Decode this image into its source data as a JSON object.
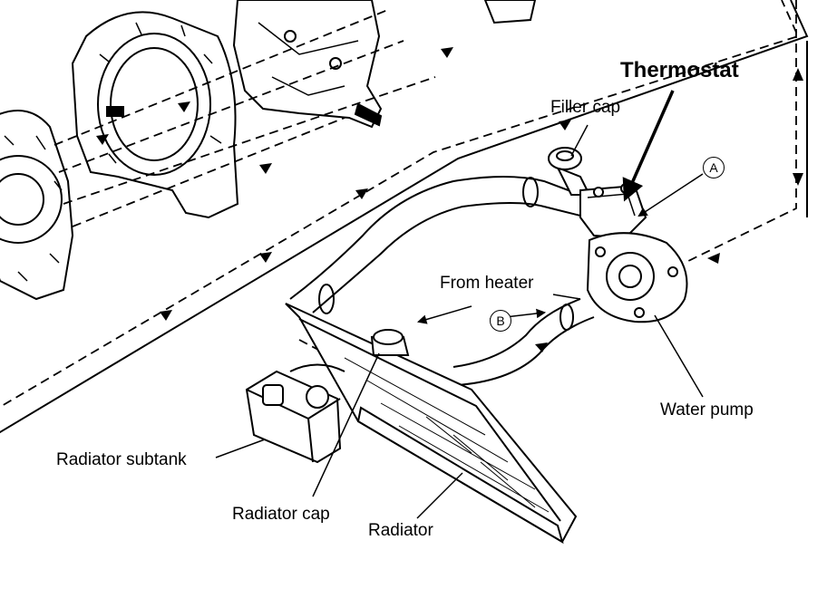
{
  "labels": {
    "thermostat": "Thermostat",
    "filler_cap": "Filler cap",
    "from_heater": "From heater",
    "water_pump": "Water pump",
    "radiator_subtank": "Radiator subtank",
    "radiator_cap": "Radiator cap",
    "radiator": "Radiator"
  },
  "markers": {
    "a": "A",
    "b": "B"
  },
  "colors": {
    "ink": "#000000",
    "background": "#ffffff"
  }
}
